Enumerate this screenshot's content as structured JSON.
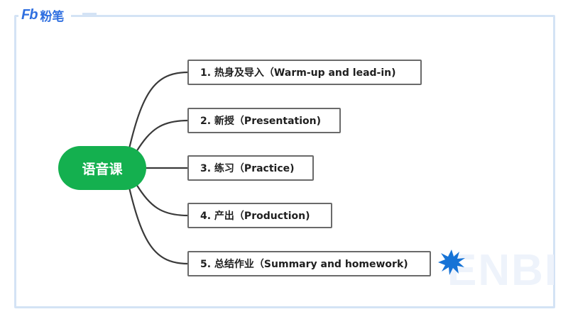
{
  "brand": {
    "mark": "Fb",
    "name": "粉笔",
    "color": "#2f6fe0"
  },
  "diagram": {
    "center": {
      "label": "语音课",
      "color": "#14b04f"
    },
    "branches": [
      {
        "label": "1. 热身及导入（Warm-up and lead-in)"
      },
      {
        "label": "2. 新授（Presentation)"
      },
      {
        "label": "3. 练习（Practice)"
      },
      {
        "label": "4. 产出（Production)"
      },
      {
        "label": "5. 总结作业（Summary and homework)"
      }
    ],
    "connector_color": "#3a3a3a",
    "accent_icon": "starburst-icon",
    "accent_color": "#1673d6"
  },
  "watermark": {
    "text": "ENBI"
  }
}
